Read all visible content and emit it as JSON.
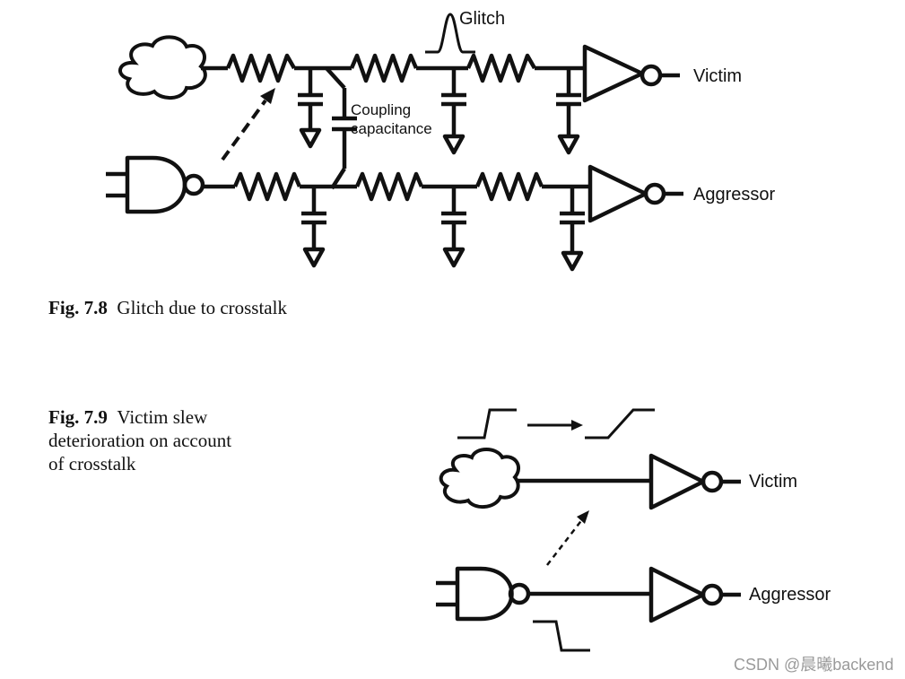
{
  "figure_7_8": {
    "labels": {
      "glitch": "Glitch",
      "coupling_line1": "Coupling",
      "coupling_line2": "capacitance",
      "victim": "Victim",
      "aggressor": "Aggressor"
    },
    "caption": {
      "number": "Fig. 7.8",
      "text": "Glitch due to crosstalk"
    }
  },
  "figure_7_9": {
    "labels": {
      "victim": "Victim",
      "aggressor": "Aggressor"
    },
    "caption": {
      "number": "Fig. 7.9",
      "line1": "Victim slew",
      "line2": "deterioration on account",
      "line3": "of crosstalk"
    }
  },
  "watermark": "CSDN @晨曦backend",
  "colors": {
    "ink": "#111111",
    "background": "#ffffff",
    "watermark": "#9a9a9a"
  }
}
